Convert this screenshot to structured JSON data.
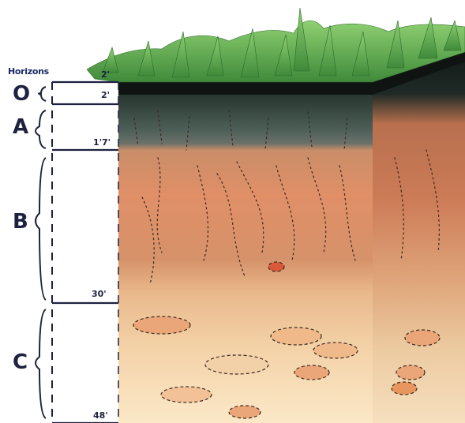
{
  "heading": "Horizons",
  "horizons": [
    {
      "id": "o",
      "label": "O"
    },
    {
      "id": "a",
      "label": "A"
    },
    {
      "id": "b",
      "label": "B"
    },
    {
      "id": "c",
      "label": "C"
    }
  ],
  "depth_marks": [
    "2'",
    "2'",
    "1'7'",
    "30'",
    "48'"
  ]
}
